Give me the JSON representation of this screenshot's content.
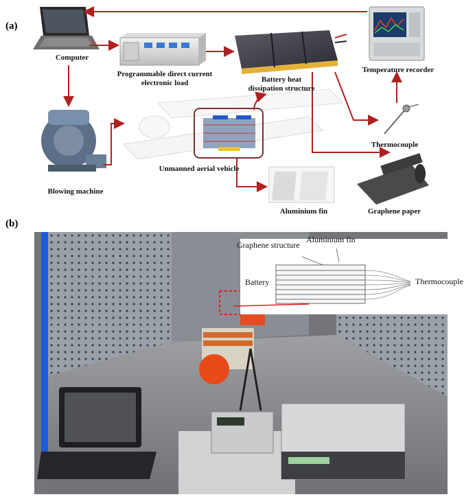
{
  "panel_a": {
    "label": "(a)",
    "captions": {
      "computer": "Computer",
      "electronic_load": "Programmable direct current electronic load",
      "battery": "Battery heat dissipation structure",
      "temperature_recorder": "Temperature recorder",
      "thermocouple": "Thermocouple",
      "blowing_machine": "Blowing machine",
      "uav": "Unmanned aerial vehicle",
      "aluminium_fin": "Aluminium fin",
      "graphene_paper": "Graphene paper"
    }
  },
  "panel_b": {
    "label": "(b)",
    "inset_labels": {
      "graphene_structure": "Graphene structure",
      "aluminium_fin": "Aluminium fin",
      "battery": "Battery",
      "thermocouple": "Thermocouple"
    }
  },
  "colors": {
    "arrow": "#b02020",
    "accent_orange": "#e84a1a"
  }
}
